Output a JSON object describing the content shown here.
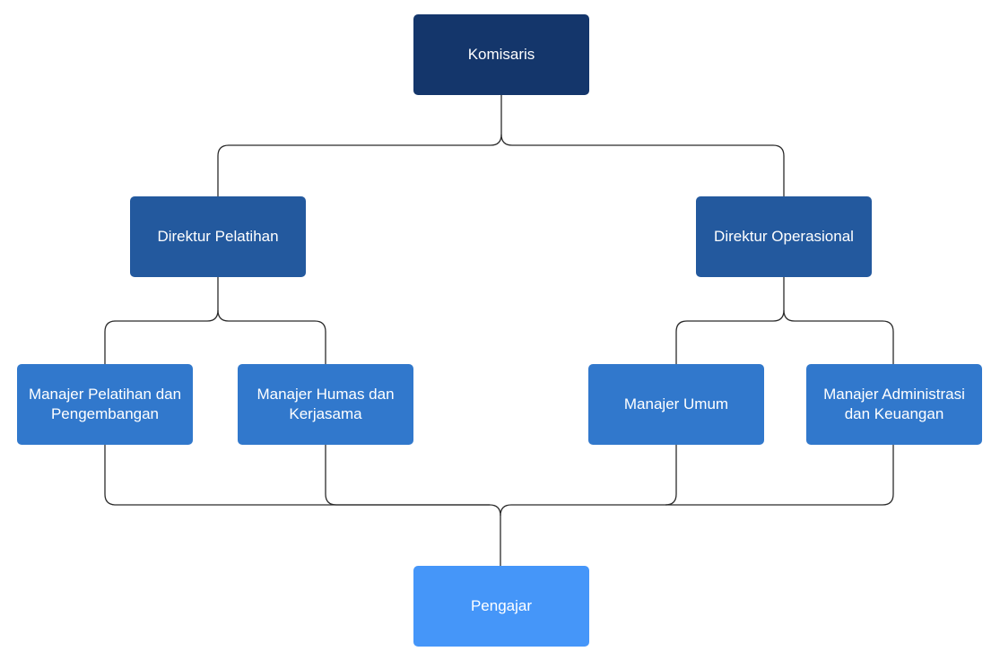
{
  "chart": {
    "root": {
      "label": "Komisaris"
    },
    "directors": [
      {
        "label": "Direktur Pelatihan"
      },
      {
        "label": "Direktur Operasional"
      }
    ],
    "managers": [
      {
        "label": "Manajer Pelatihan dan Pengembangan"
      },
      {
        "label": "Manajer Humas dan Kerjasama"
      },
      {
        "label": "Manajer Umum"
      },
      {
        "label": "Manajer Administrasi dan Keuangan"
      }
    ],
    "staff": {
      "label": "Pengajar"
    }
  },
  "colors": {
    "level_0": "#14366b",
    "level_1": "#23599e",
    "level_2": "#3178cc",
    "level_3": "#4596f9",
    "connector": "#2b2b2b",
    "text": "#ffffff"
  }
}
